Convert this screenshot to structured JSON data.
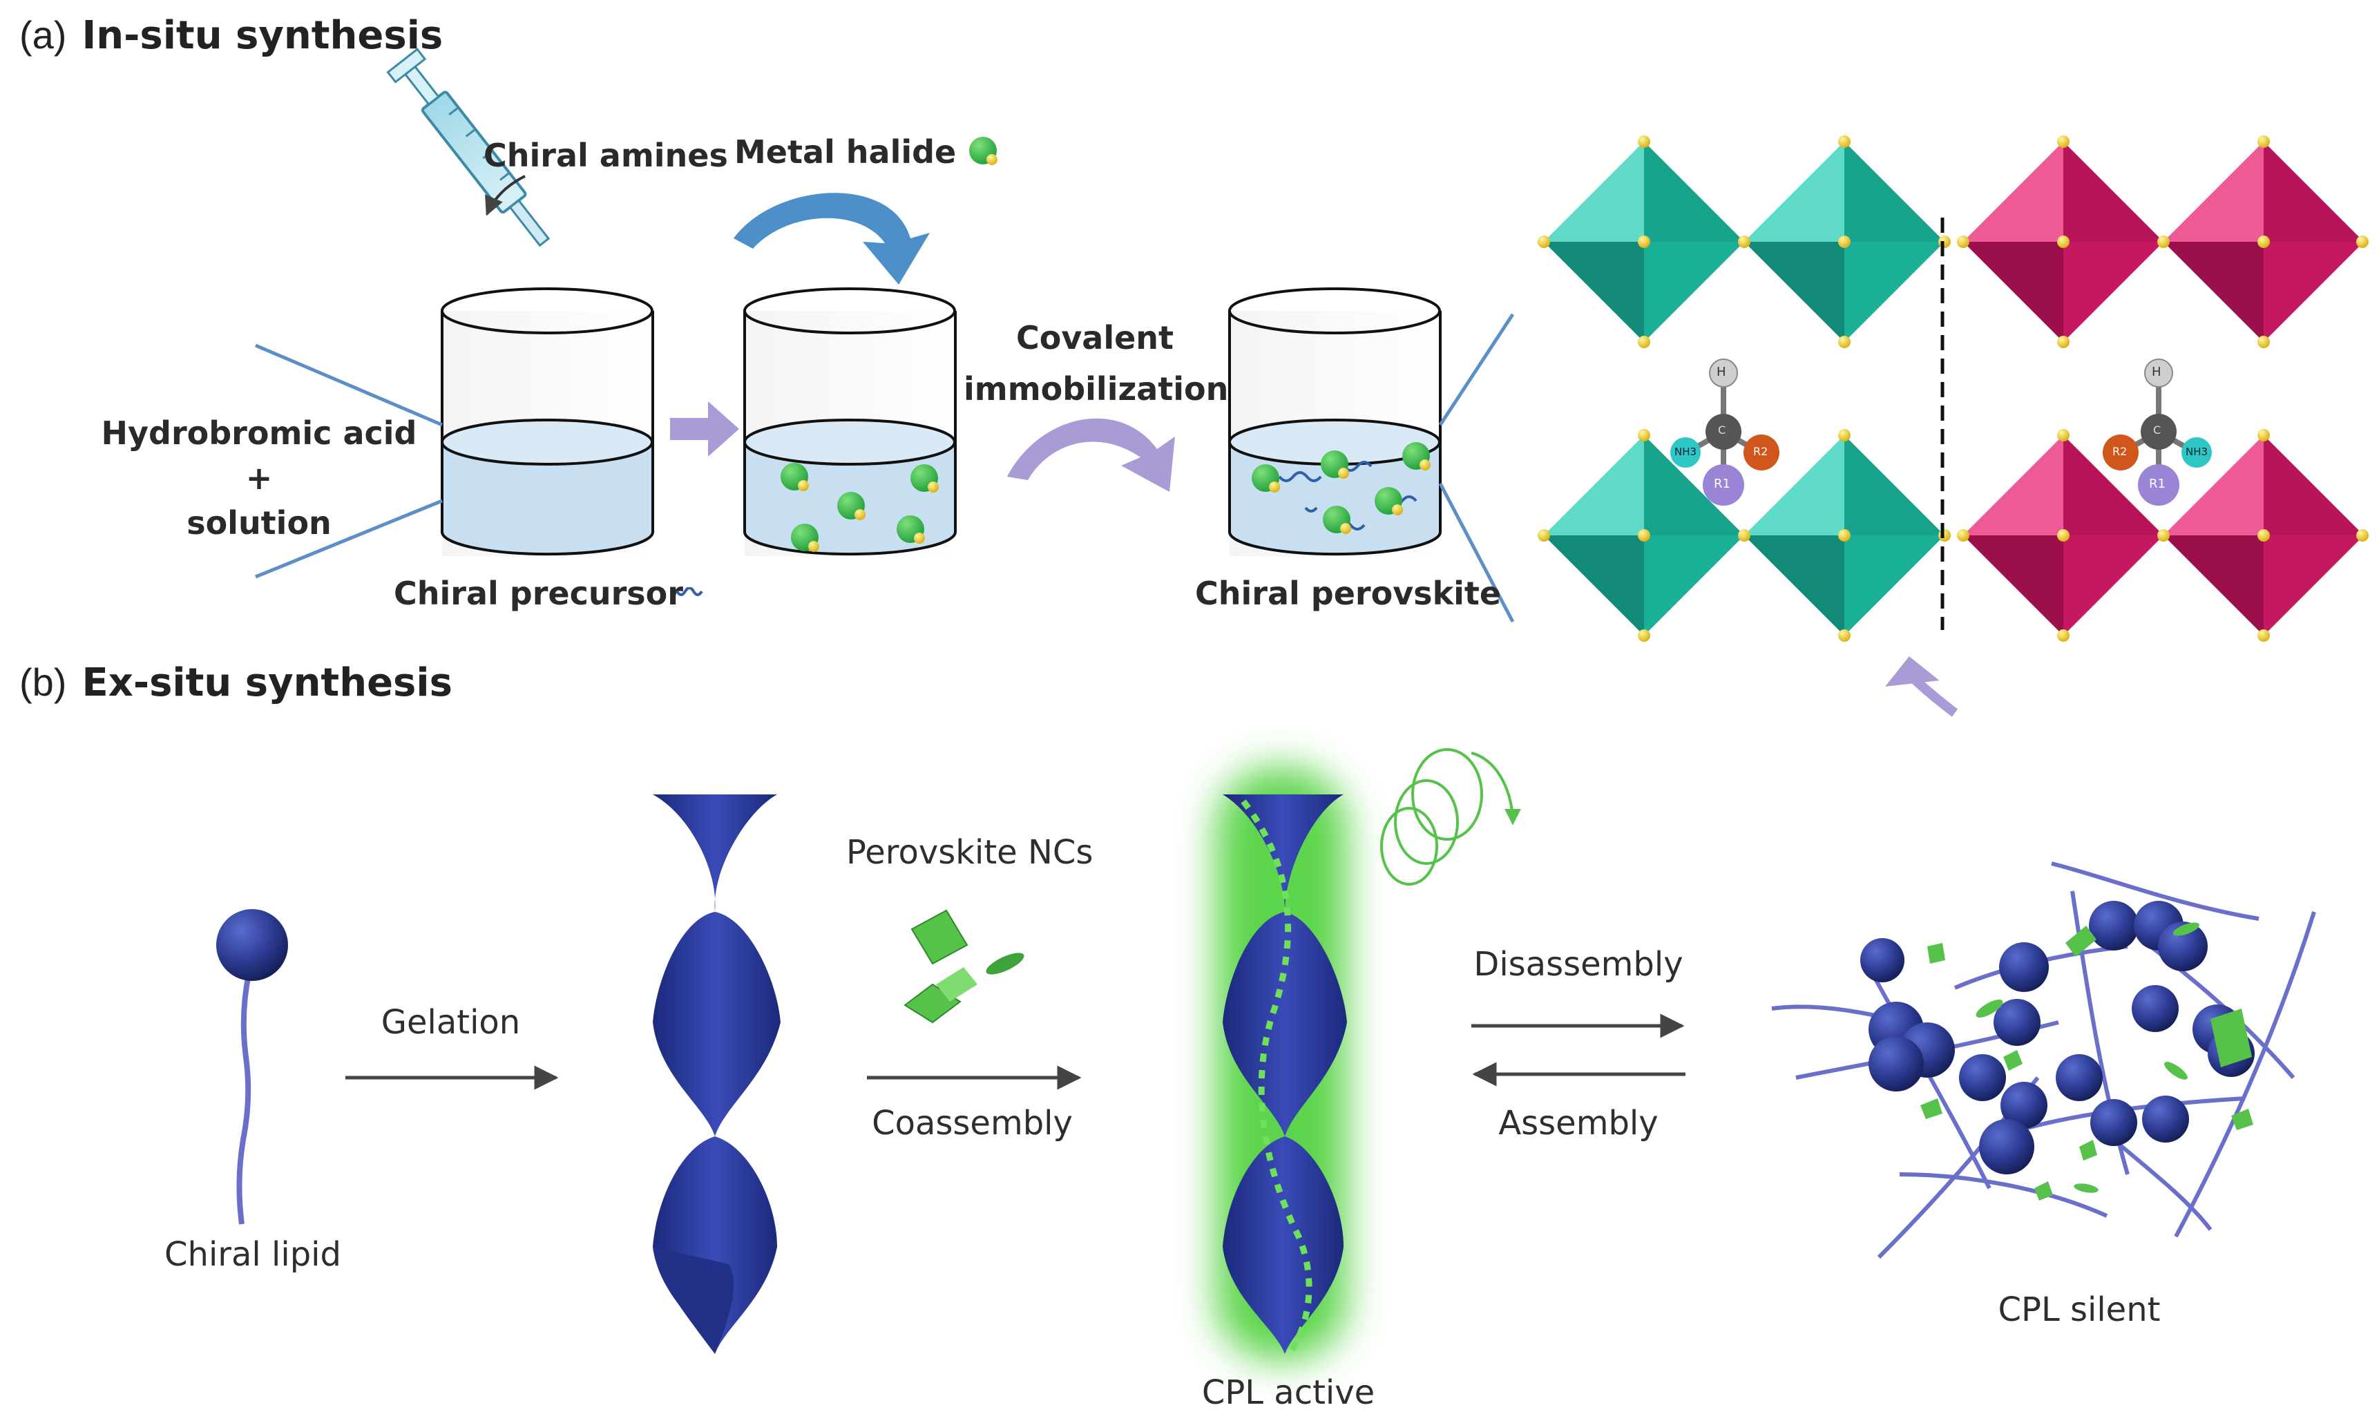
{
  "panel_a": {
    "letter": "(a)",
    "title": "In-situ synthesis",
    "labels": {
      "chiral_amines": "Chiral amines",
      "metal_halide": "Metal halide",
      "hbr_line1": "Hydrobromic acid",
      "hbr_plus": "+",
      "hbr_line2": "solution",
      "covalent": "Covalent",
      "immobilization": "immobilization",
      "chiral_precursor": "Chiral precursor",
      "chiral_perovskite": "Chiral perovskite"
    },
    "molecule_left": {
      "top": "H",
      "c": "C",
      "left": "NH3",
      "right": "R2",
      "bottom": "R1"
    },
    "molecule_right": {
      "top": "H",
      "c": "C",
      "left": "R2",
      "right": "NH3",
      "bottom": "R1"
    }
  },
  "panel_b": {
    "letter": "(b)",
    "title": "Ex-situ synthesis",
    "labels": {
      "chiral_lipid": "Chiral lipid",
      "gelation": "Gelation",
      "perovskite_ncs": "Perovskite NCs",
      "coassembly": "Coassembly",
      "cpl_active": "CPL active",
      "disassembly": "Disassembly",
      "assembly": "Assembly",
      "cpl_silent": "CPL silent"
    }
  },
  "colors": {
    "liquid": "#c7dff1",
    "line_blue": "#5b8fc5",
    "arrow_purple": "#a99bd6",
    "teal": "#1fbfa5",
    "magenta": "#d81b6a",
    "navy": "#2b3a8f",
    "green": "#56c24a",
    "yellow": "#f2d21c"
  }
}
